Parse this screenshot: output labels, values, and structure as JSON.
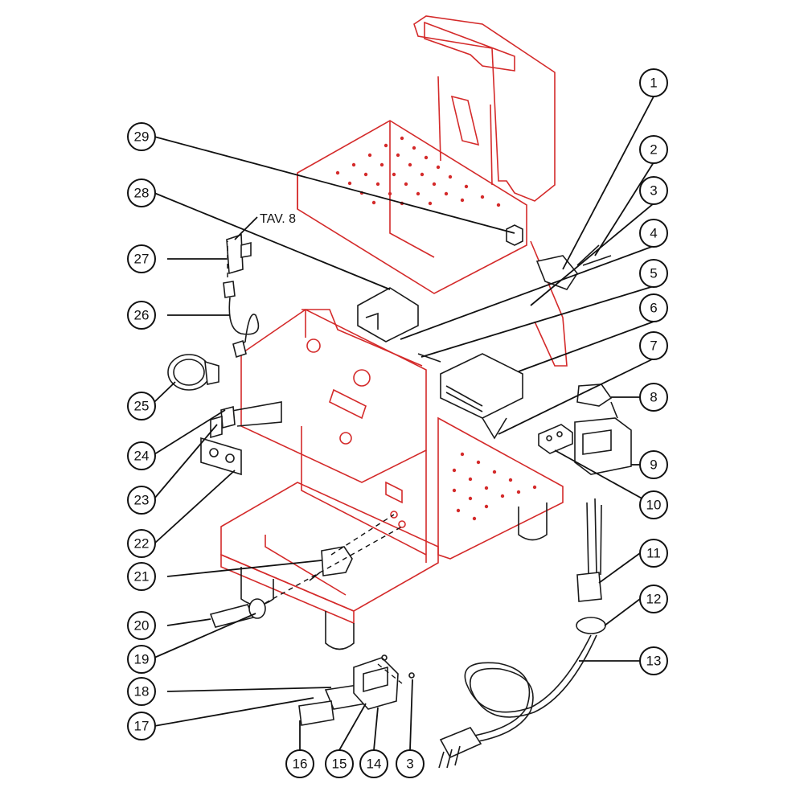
{
  "diagram": {
    "callouts": [
      "1",
      "2",
      "3",
      "4",
      "5",
      "6",
      "7",
      "8",
      "9",
      "10",
      "11",
      "12",
      "13",
      "29",
      "28",
      "27",
      "26",
      "25",
      "24",
      "23",
      "22",
      "21",
      "20",
      "19",
      "18",
      "17",
      "16",
      "15",
      "14",
      "3"
    ],
    "reference_label": "TAV. 8",
    "colors": {
      "frame": "#d42a2a",
      "parts": "#1a1a1a",
      "background": "#ffffff"
    }
  }
}
